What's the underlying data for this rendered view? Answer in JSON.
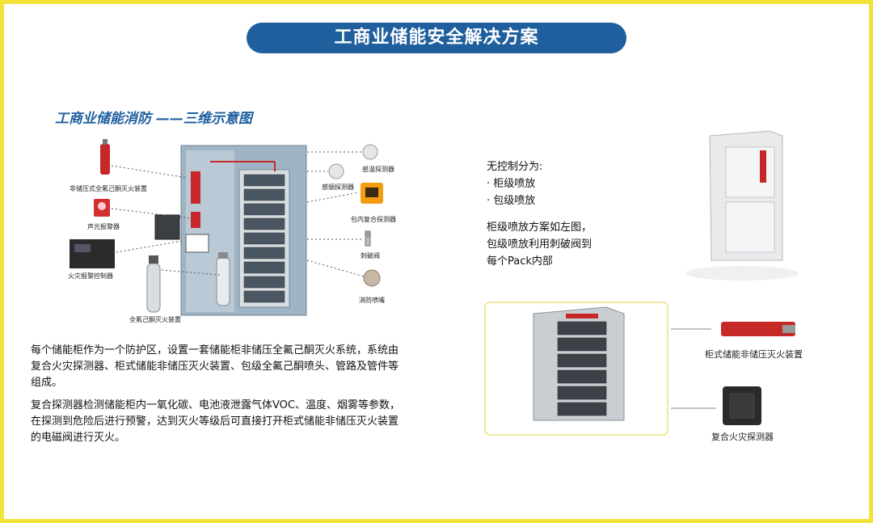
{
  "title": "工商业储能安全解决方案",
  "diagram_title": "工商业储能消防 ——三维示意图",
  "diagram_labels": {
    "left_extinguisher": "非储压式全氟己酮灭火装置",
    "alarm": "声光报警器",
    "fire_controller": "火灾报警控制器",
    "cylinder": "全氟己酮灭火装置",
    "temp_detector": "感温探测器",
    "smoke_detector": "感烟探测器",
    "pack_detector": "包内复合探测器",
    "piercing_valve": "刺破阀",
    "nozzle": "消防喷嘴"
  },
  "description": {
    "p1_l1": "每个储能柜作为一个防护区，设置一套储能柜非储压全氟己酮灭火系统，系统由",
    "p1_l2": "复合火灾探测器、柜式储能非储压灭火装置、包级全氟己酮喷头、管路及管件等",
    "p1_l3": "组成。",
    "p2_l1": "复合探测器检测储能柜内一氧化碳、电池液泄露气体VOC、温度、烟雾等参数，",
    "p2_l2": "在探测到危险后进行预警，达到灭火等级后可直接打开柜式储能非储压灭火装置",
    "p2_l3": "的电磁阀进行灭火。"
  },
  "control": {
    "heading": "无控制分为:",
    "item1": "· 柜级喷放",
    "item2": "· 包级喷放",
    "note_l1": "柜级喷放方案如左图，",
    "note_l2": "包级喷放利用刺破阀到",
    "note_l3": "每个Pack内部"
  },
  "right_labels": {
    "cabinet_device": "柜式储能非储压灭火装置",
    "composite_detector": "复合火灾探测器"
  },
  "colors": {
    "banner": "#1f5f9e",
    "border": "#f3e23a",
    "extinguisher_red": "#c62828"
  }
}
